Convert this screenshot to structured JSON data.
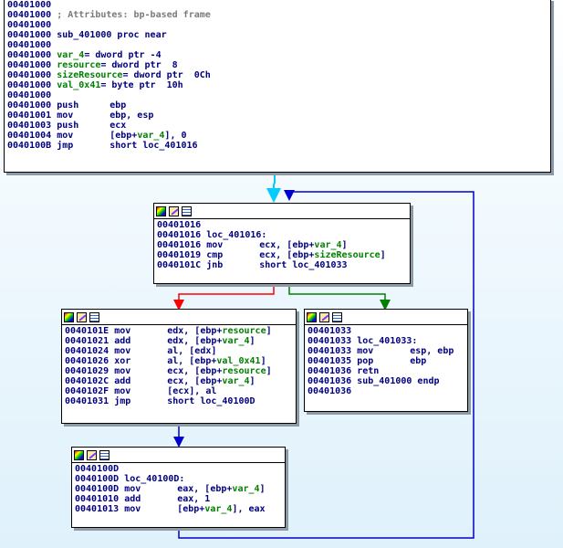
{
  "nodes": {
    "entry": {
      "lines": [
        {
          "addr": "00401000",
          "text": "",
          "kind": "plain"
        },
        {
          "addr": "00401000",
          "text": "; Attributes: bp-based frame",
          "kind": "comment"
        },
        {
          "addr": "00401000",
          "text": "",
          "kind": "plain"
        },
        {
          "addr": "00401000",
          "text": "sub_401000 proc near",
          "kind": "label"
        },
        {
          "addr": "00401000",
          "text": "",
          "kind": "plain"
        },
        {
          "addr": "00401000",
          "var": "var_4",
          "rest": "= dword ptr -4",
          "kind": "var"
        },
        {
          "addr": "00401000",
          "var": "resource",
          "rest": "= dword ptr  8",
          "kind": "var"
        },
        {
          "addr": "00401000",
          "var": "sizeResource",
          "rest": "= dword ptr  0Ch",
          "kind": "var"
        },
        {
          "addr": "00401000",
          "var": "val_0x41",
          "rest": "= byte ptr  10h",
          "kind": "var"
        },
        {
          "addr": "00401000",
          "text": "",
          "kind": "plain"
        },
        {
          "addr": "00401000",
          "mn": "push",
          "ops": "ebp",
          "kind": "ins"
        },
        {
          "addr": "00401001",
          "mn": "mov",
          "ops": "ebp, esp",
          "kind": "ins"
        },
        {
          "addr": "00401003",
          "mn": "push",
          "ops": "ecx",
          "kind": "ins"
        },
        {
          "addr": "00401004",
          "mn": "mov",
          "ops": "[ebp+var_4], 0",
          "kind": "ins"
        },
        {
          "addr": "0040100B",
          "mn": "jmp",
          "ops": "short loc_401016",
          "kind": "ins"
        }
      ]
    },
    "loop_check": {
      "lines": [
        {
          "addr": "00401016",
          "text": "",
          "kind": "plain"
        },
        {
          "addr": "00401016",
          "text": "loc_401016:",
          "kind": "label"
        },
        {
          "addr": "00401016",
          "mn": "mov",
          "ops": "ecx, [ebp+var_4]",
          "kind": "ins"
        },
        {
          "addr": "00401019",
          "mn": "cmp",
          "ops": "ecx, [ebp+sizeResource]",
          "kind": "ins"
        },
        {
          "addr": "0040101C",
          "mn": "jnb",
          "ops": "short loc_401033",
          "kind": "ins"
        }
      ]
    },
    "xor_body": {
      "lines": [
        {
          "addr": "0040101E",
          "mn": "mov",
          "ops": "edx, [ebp+resource]",
          "kind": "ins"
        },
        {
          "addr": "00401021",
          "mn": "add",
          "ops": "edx, [ebp+var_4]",
          "kind": "ins"
        },
        {
          "addr": "00401024",
          "mn": "mov",
          "ops": "al, [edx]",
          "kind": "ins"
        },
        {
          "addr": "00401026",
          "mn": "xor",
          "ops": "al, [ebp+val_0x41]",
          "kind": "ins"
        },
        {
          "addr": "00401029",
          "mn": "mov",
          "ops": "ecx, [ebp+resource]",
          "kind": "ins"
        },
        {
          "addr": "0040102C",
          "mn": "add",
          "ops": "ecx, [ebp+var_4]",
          "kind": "ins"
        },
        {
          "addr": "0040102F",
          "mn": "mov",
          "ops": "[ecx], al",
          "kind": "ins"
        },
        {
          "addr": "00401031",
          "mn": "jmp",
          "ops": "short loc_40100D",
          "kind": "ins"
        }
      ]
    },
    "exit": {
      "lines": [
        {
          "addr": "00401033",
          "text": "",
          "kind": "plain"
        },
        {
          "addr": "00401033",
          "text": "loc_401033:",
          "kind": "label"
        },
        {
          "addr": "00401033",
          "mn": "mov",
          "ops": "esp, ebp",
          "kind": "ins"
        },
        {
          "addr": "00401035",
          "mn": "pop",
          "ops": "ebp",
          "kind": "ins"
        },
        {
          "addr": "00401036",
          "mn": "retn",
          "ops": "",
          "kind": "ins"
        },
        {
          "addr": "00401036",
          "text": "sub_401000 endp",
          "kind": "label"
        },
        {
          "addr": "00401036",
          "text": "",
          "kind": "plain"
        }
      ]
    },
    "increment": {
      "lines": [
        {
          "addr": "0040100D",
          "text": "",
          "kind": "plain"
        },
        {
          "addr": "0040100D",
          "text": "loc_40100D:",
          "kind": "label"
        },
        {
          "addr": "0040100D",
          "mn": "mov",
          "ops": "eax, [ebp+var_4]",
          "kind": "ins"
        },
        {
          "addr": "00401010",
          "mn": "add",
          "ops": "eax, 1",
          "kind": "ins"
        },
        {
          "addr": "00401013",
          "mn": "mov",
          "ops": "[ebp+var_4], eax",
          "kind": "ins"
        }
      ]
    }
  },
  "colors": {
    "edge_unconditional": "#00ccff",
    "edge_true": "#008000",
    "edge_false": "#ff0000",
    "edge_jump": "#0000cc",
    "variable": "#008000",
    "text": "#000080",
    "comment": "#7a7a7a"
  },
  "icons": [
    "graph-icon",
    "edit-icon",
    "listing-icon"
  ]
}
